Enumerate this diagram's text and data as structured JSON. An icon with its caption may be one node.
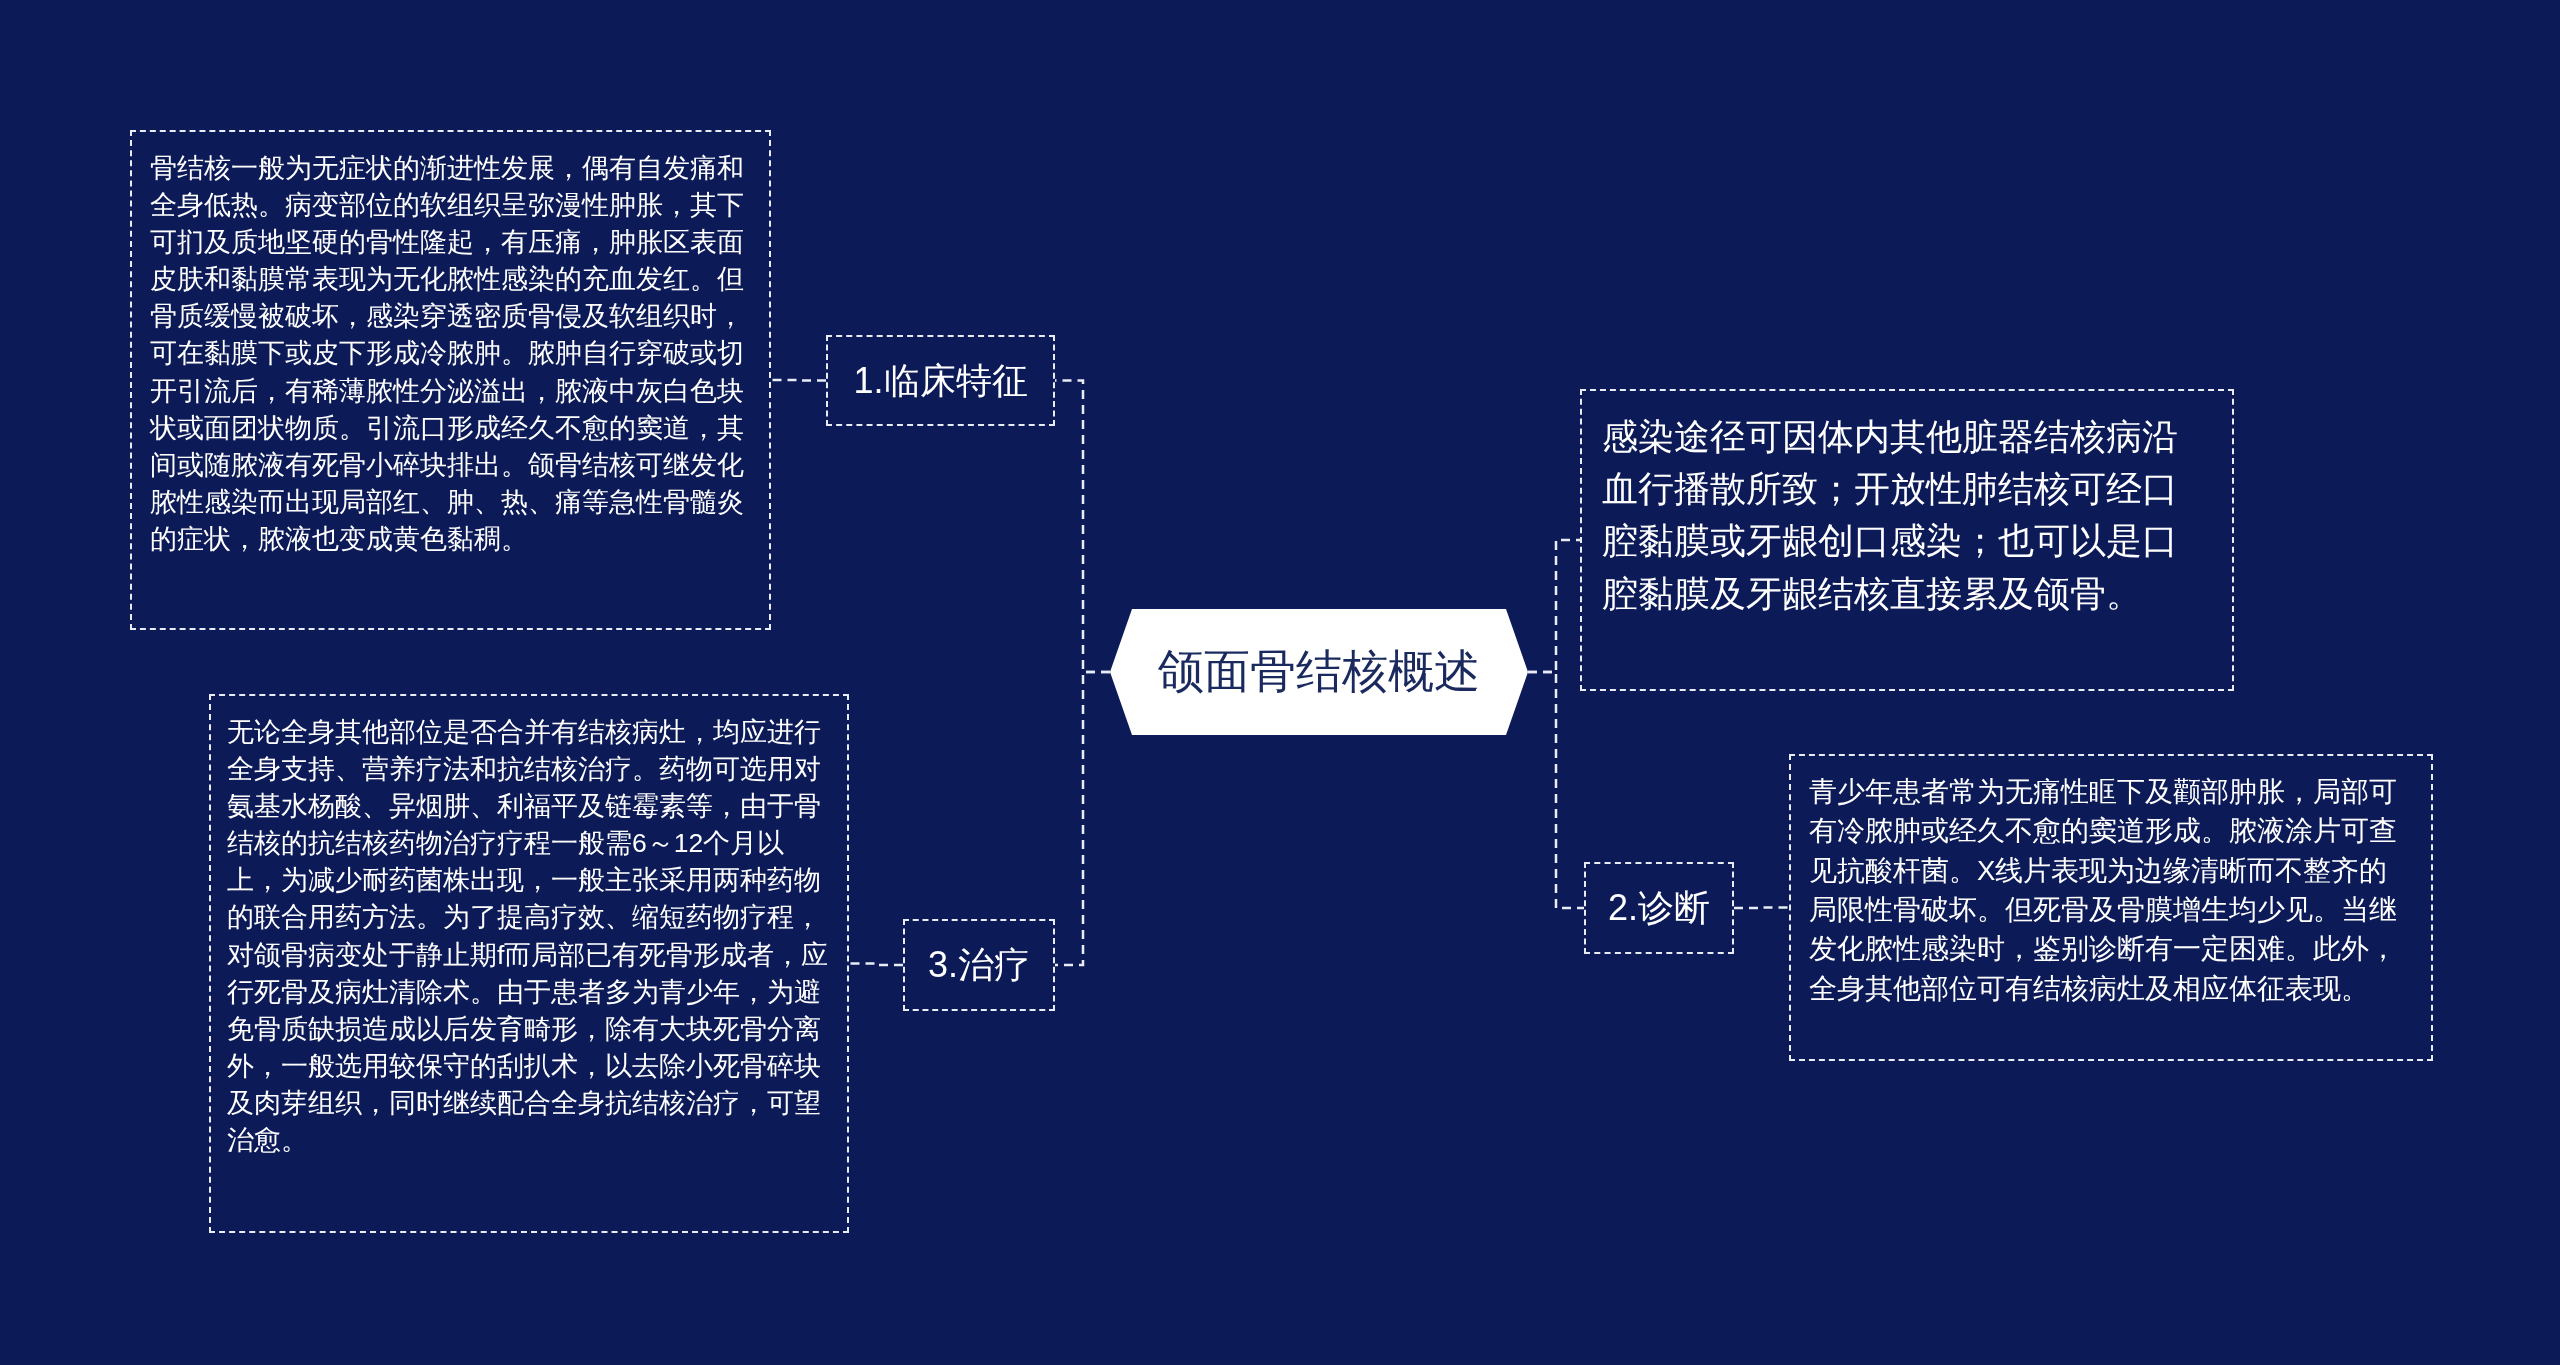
{
  "diagram": {
    "nodes": [
      {
        "text": [
          "颌面骨结核概述"
        ]
      },
      {
        "text": [
          "1.临床特征"
        ]
      },
      {
        "text": [
          "骨结核一般为无症状的渐进性发展，偶有自发痛和全身低热。病变部位的软组织呈弥漫性肿胀，其下可扪及质地坚硬的骨性隆起，有压痛，肿胀区表面皮肤和黏膜常表现为无化脓性感染的充血发红。但骨质缓慢被破坏，感染穿透密质骨侵及软组织时，可在黏膜下或皮下形成冷脓肿。脓肿自行穿破或切开引流后，有稀薄脓性分泌溢出，脓液中灰白色块状或面团状物质。引流口形成经久不愈的窦道，其间或随脓液有死骨小碎块排出。颌骨结核可继发化脓性感染而出现局部红、肿、热、痛等急性骨髓炎的症状，脓液也变成黄色黏稠。"
        ]
      },
      {
        "text": [
          "3.治疗"
        ]
      },
      {
        "text": [
          "无论全身其他部位是否合并有结核病灶，均应进行全身支持、营养疗法和抗结核治疗。药物可选用对氨基水杨酸、异烟肼、利福平及链霉素等，由于骨结核的抗结核药物治疗疗程一般需6～12个月以上，为减少耐药菌株出现，一般主张采用两种药物的联合用药方法。为了提高疗效、缩短药物疗程，对颌骨病变处于静止期f而局部已有死骨形成者，应行死骨及病灶清除术。由于患者多为青少年，为避免骨质缺损造成以后发育畸形，除有大块死骨分离外，一般选用较保守的刮扒术，以去除小死骨碎块及肉芽组织，同时继续配合全身抗结核治疗，可望治愈。"
        ]
      },
      {
        "text": [
          "感染途径可因体内其他脏器结核病沿血行播散所致；开放性肺结核可经口腔黏膜或牙龈创口感染；也可以是口腔黏膜及牙龈结核直接累及颌骨。"
        ]
      },
      {
        "text": [
          "2.诊断"
        ]
      },
      {
        "text": [
          "青少年患者常为无痛性眶下及颧部肿胀，局部可有冷脓肿或经久不愈的窦道形成。脓液涂片可查见抗酸杆菌。X线片表现为边缘清晰而不整齐的局限性骨破坏。但死骨及骨膜增生均少见。当继发化脓性感染时，鉴别诊断有一定困难。此外，全身其他部位可有结核病灶及相应体征表现。"
        ]
      }
    ],
    "edges": [
      {
        "from": 0,
        "to": 1,
        "arrow": "none"
      },
      {
        "from": 1,
        "to": 2,
        "arrow": "none"
      },
      {
        "from": 0,
        "to": 3,
        "arrow": "none"
      },
      {
        "from": 3,
        "to": 4,
        "arrow": "none"
      },
      {
        "from": 0,
        "to": 5,
        "arrow": "none"
      },
      {
        "from": 0,
        "to": 6,
        "arrow": "none"
      },
      {
        "from": 6,
        "to": 7,
        "arrow": "none"
      }
    ]
  }
}
